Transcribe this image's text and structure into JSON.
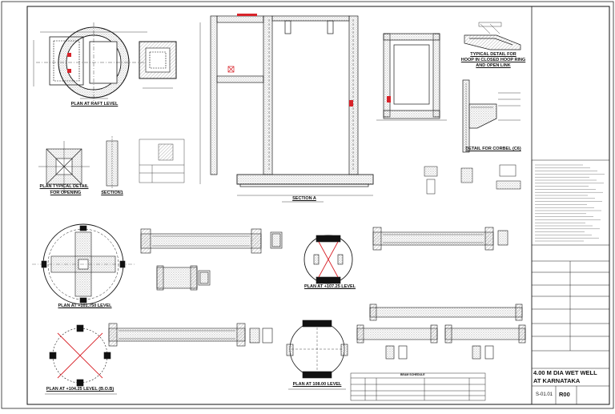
{
  "views": {
    "plan_raft": "PLAN AT RAFT LEVEL",
    "plan_opening": "PLAN TYPICAL DETAIL",
    "plan_opening_2": "FOR OPENING",
    "section_1": "SECTION1",
    "section_a": "SECTION A",
    "hoop_detail": "TYPICAL DETAIL FOR",
    "hoop_detail_2": "HOOP IN CLOSED HOOP RING",
    "hoop_detail_3": "AND OPEN LINK",
    "corbel_detail": "DETAIL FOR CORBEL (C6)",
    "plan_10175": "PLAN AT +101.750 LEVEL",
    "plan_10725": "PLAN AT +107.25 LEVEL",
    "plan_10425": "PLAN AT +104.25 LEVEL (B.O.B)",
    "plan_10800": "PLAN AT 108.00 LEVEL",
    "beam_schedule": "BEAM SCHEDULE"
  },
  "title_block": {
    "project": "4.00 M DIA WET WELL",
    "location": "AT KARNATAKA",
    "drawing_no": "S-01.01",
    "revision": "R00"
  },
  "colors": {
    "line": "#1a1a1a",
    "dim": "#444444",
    "accent_red": "#d8232a",
    "hatch": "#6a6a6a"
  }
}
